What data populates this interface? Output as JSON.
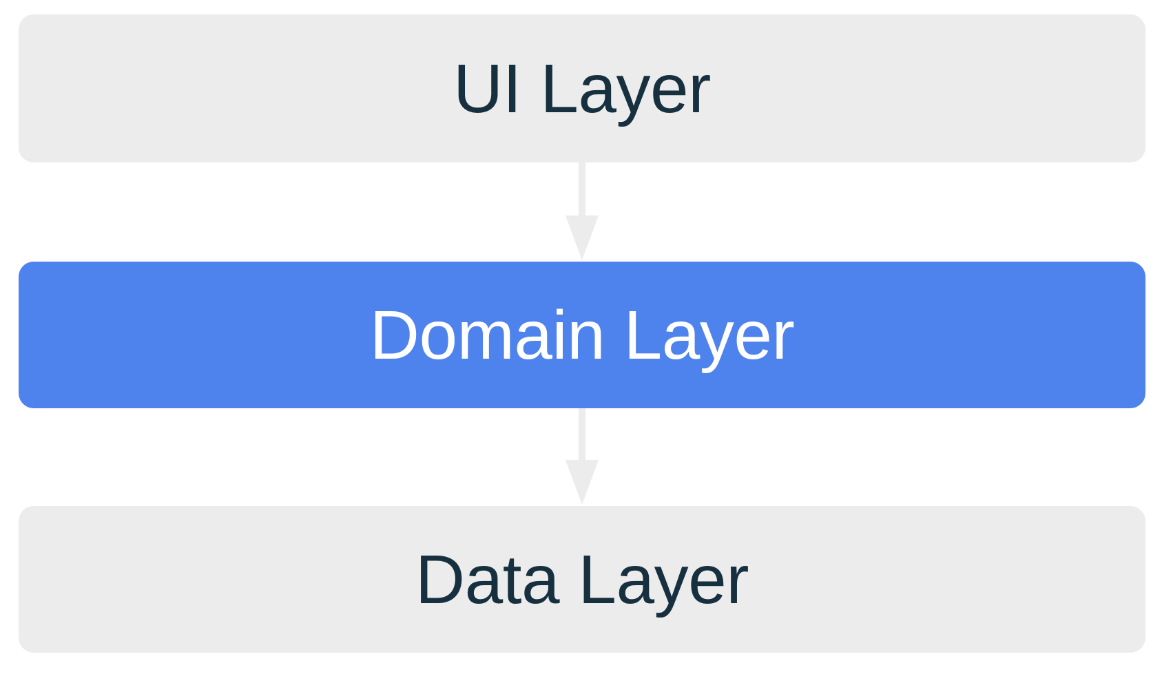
{
  "diagram": {
    "type": "flowchart-vertical",
    "direction": "top-to-bottom",
    "background_color": "#FFFFFF",
    "nodes": [
      {
        "id": "ui",
        "label": "UI Layer",
        "fill_color": "#ECECEC",
        "text_color": "#17303F",
        "highlighted": false
      },
      {
        "id": "domain",
        "label": "Domain Layer",
        "fill_color": "#4E82EC",
        "text_color": "#FFFFFF",
        "highlighted": true
      },
      {
        "id": "data",
        "label": "Data Layer",
        "fill_color": "#ECECEC",
        "text_color": "#17303F",
        "highlighted": false
      }
    ],
    "edges": [
      {
        "id": "ui-to-domain",
        "from": "ui",
        "to": "domain",
        "label": "",
        "color": "#ECECEC",
        "arrowhead": "filled-triangle"
      },
      {
        "id": "domain-to-data",
        "from": "domain",
        "to": "data",
        "label": "",
        "color": "#ECECEC",
        "arrowhead": "filled-triangle"
      }
    ]
  }
}
